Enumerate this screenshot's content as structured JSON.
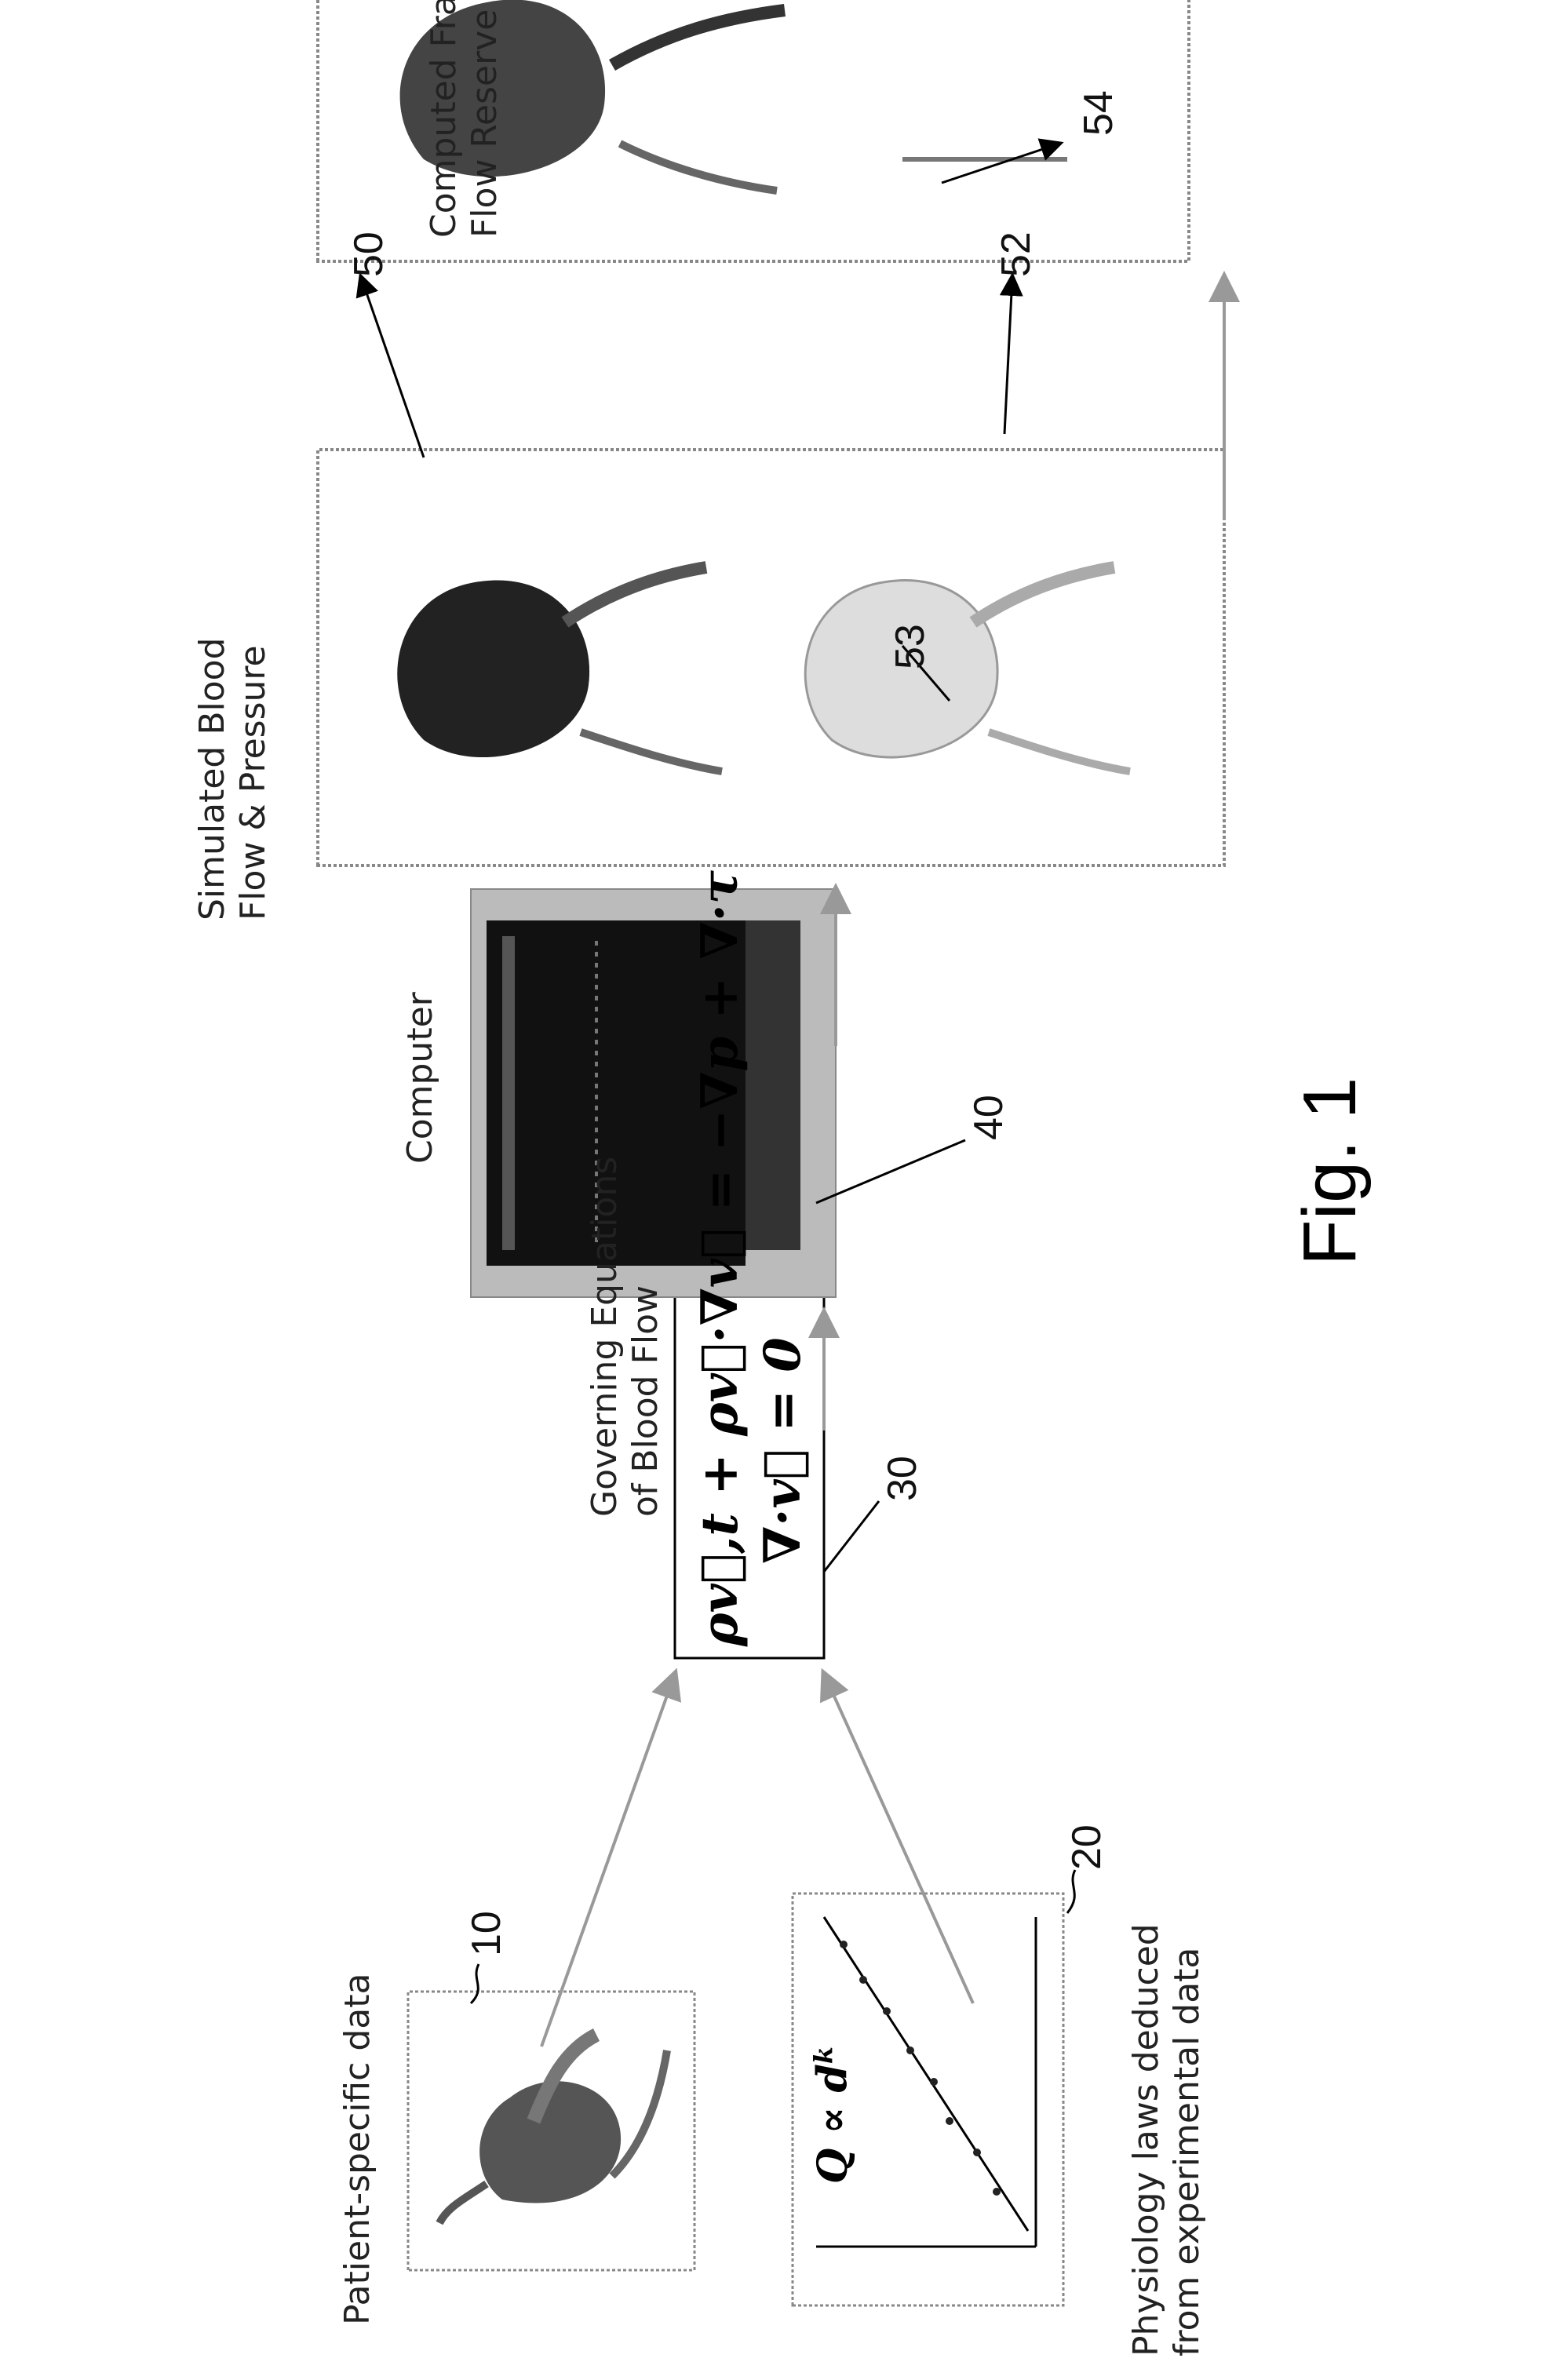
{
  "labels": {
    "patient_specific": "Patient-specific data",
    "physiology_laws": "Physiology laws deduced\nfrom experimental data",
    "governing_equations": "Governing Equations\nof Blood Flow",
    "computer": "Computer",
    "simulated": "Simulated Blood\nFlow & Pressure",
    "computed_ffr": "Computed Fractional\nFlow Reserve (cFFR)",
    "figure_caption": "Fig. 1"
  },
  "equations": {
    "momentum": "ρv⃗,t + ρv⃗·∇v⃗ = −∇p + ∇·τ",
    "continuity": "∇·v⃗ = 0"
  },
  "plot": {
    "formula": "Q ∝ d",
    "exponent": "k"
  },
  "reference_numerals": {
    "patient_data": "10",
    "physiology": "20",
    "equations": "30",
    "computer": "40",
    "flow_model": "50",
    "pressure_model": "52",
    "region": "53",
    "cffr_model": "54"
  },
  "colors": {
    "line": "#000000",
    "border": "#888888",
    "arrow": "#999999"
  }
}
